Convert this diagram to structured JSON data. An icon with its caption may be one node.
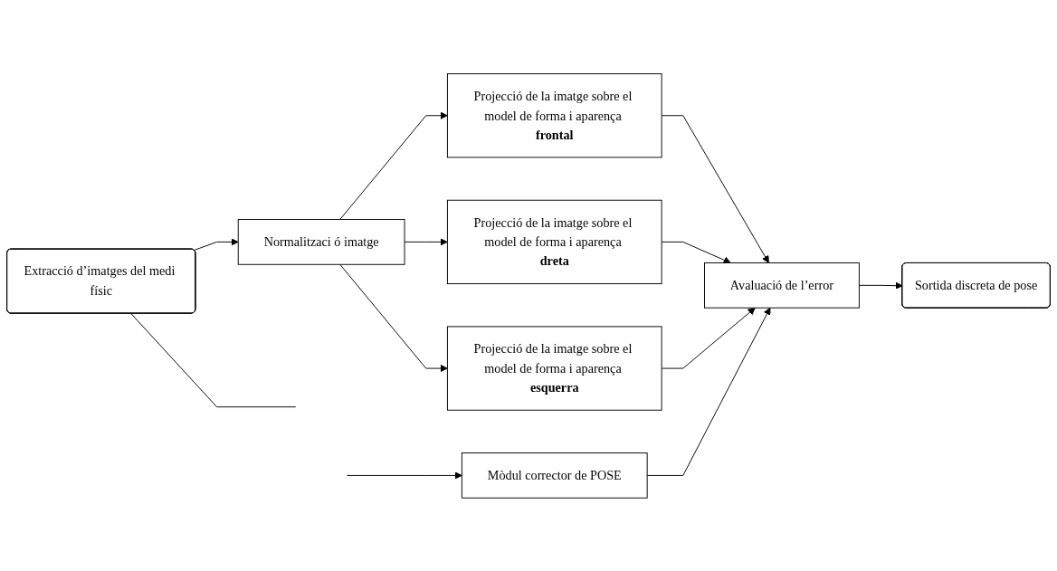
{
  "diagram": {
    "nodes": [
      {
        "text": [
          "Extracció d’imatges del medi físic"
        ]
      },
      {
        "text": [
          "Normalitzaci ó imatge"
        ]
      },
      {
        "text": [
          "Projecció de la imatge sobre el model de forma i aparença **frontal**"
        ]
      },
      {
        "text": [
          "Projecció de la imatge sobre el model de forma i aparença **dreta**"
        ]
      },
      {
        "text": [
          "Projecció de la imatge sobre el model de forma i aparença **esquerra**"
        ]
      },
      {
        "text": [
          "Avaluació de l’error"
        ]
      },
      {
        "text": [
          "Sortida discreta de pose"
        ]
      },
      {
        "text": [
          "Mòdul corrector de POSE"
        ]
      }
    ],
    "edges": [
      {
        "from": 0,
        "to": 1,
        "arrow": "to"
      },
      {
        "from": 1,
        "to": 2,
        "arrow": "to"
      },
      {
        "from": 1,
        "to": 3,
        "arrow": "to"
      },
      {
        "from": 1,
        "to": 4,
        "arrow": "to"
      },
      {
        "from": 2,
        "to": 5,
        "arrow": "to"
      },
      {
        "from": 3,
        "to": 5,
        "arrow": "to"
      },
      {
        "from": 4,
        "to": 5,
        "arrow": "to"
      },
      {
        "from": 5,
        "to": 6,
        "arrow": "to"
      },
      {
        "from": 7,
        "to": 5,
        "arrow": "to"
      },
      {
        "from": 0,
        "to": null,
        "arrow": "none"
      },
      {
        "from": null,
        "to": 7,
        "arrow": "to"
      }
    ]
  }
}
